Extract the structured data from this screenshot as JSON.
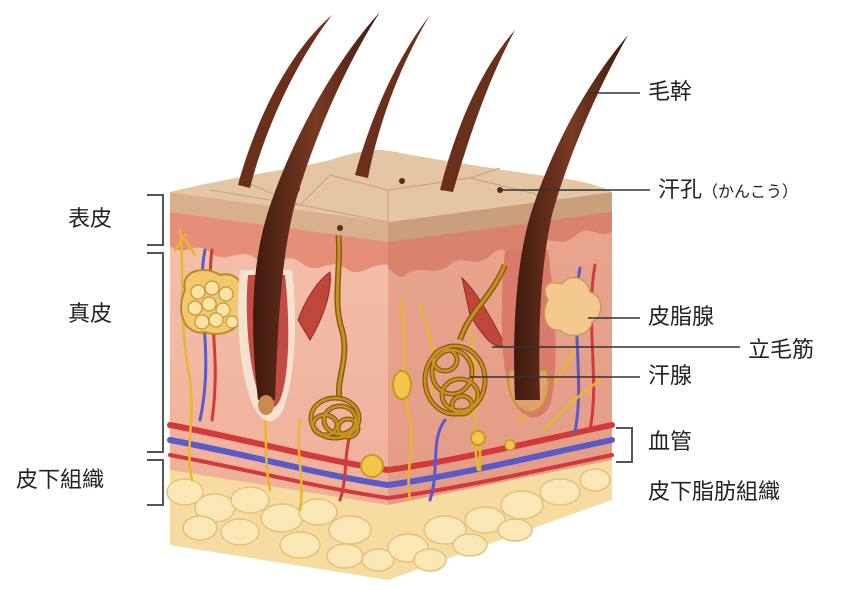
{
  "labels": {
    "epidermis": "表皮",
    "dermis": "真皮",
    "subcutaneous": "皮下組織",
    "hair_shaft": "毛幹",
    "sweat_pore": "汗孔",
    "sweat_pore_reading": "（かんこう）",
    "sebaceous_gland": "皮脂腺",
    "arrector_pili": "立毛筋",
    "sweat_gland": "汗腺",
    "blood_vessel": "血管",
    "subcutaneous_fat": "皮下脂肪組織"
  },
  "colors": {
    "epidermis_top": "#e4c6a4",
    "dermis": "#f0b7a0",
    "hair": "#5a2a1a",
    "fat": "#f6dca0",
    "artery": "#d23a3a",
    "vein": "#5a5ac8",
    "nerve": "#e8b630",
    "muscle": "#c0463c",
    "leader": "#333333"
  }
}
